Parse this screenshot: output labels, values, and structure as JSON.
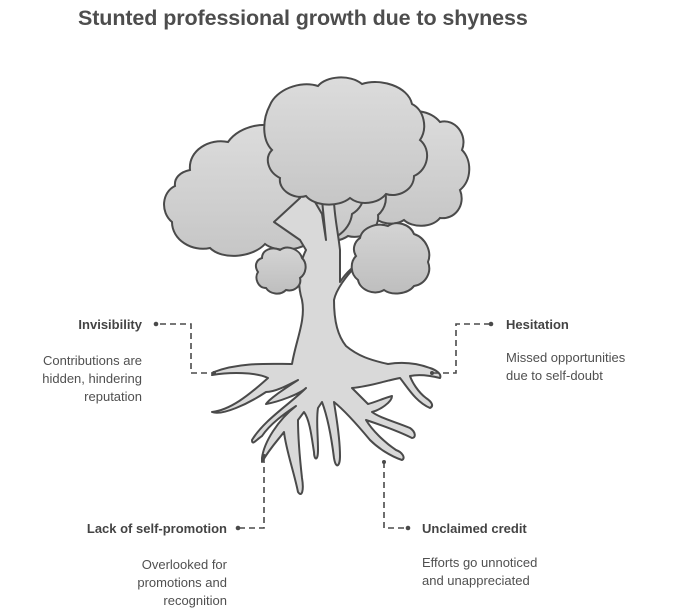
{
  "title": "Stunted professional growth due to shyness",
  "colors": {
    "canopy_fill_top": "#dadada",
    "canopy_fill_bottom": "#c4c4c4",
    "trunk_fill": "#d9d9d9",
    "outline": "#4a4a4a",
    "connector": "#4a4a4a",
    "text": "#4a4a4a"
  },
  "callouts": [
    {
      "id": "invisibility",
      "position": "upper-left",
      "label": "Invisibility",
      "description_lines": [
        "Contributions are",
        "hidden, hindering",
        "reputation"
      ]
    },
    {
      "id": "hesitation",
      "position": "upper-right",
      "label": "Hesitation",
      "description_lines": [
        "Missed opportunities",
        "due to self-doubt"
      ]
    },
    {
      "id": "lack-of-self-promotion",
      "position": "lower-left",
      "label": "Lack of self-promotion",
      "description_lines": [
        "Overlooked for",
        "promotions and",
        "recognition"
      ]
    },
    {
      "id": "unclaimed-credit",
      "position": "lower-right",
      "label": "Unclaimed credit",
      "description_lines": [
        "Efforts go unnoticed",
        "and unappreciated"
      ]
    }
  ]
}
